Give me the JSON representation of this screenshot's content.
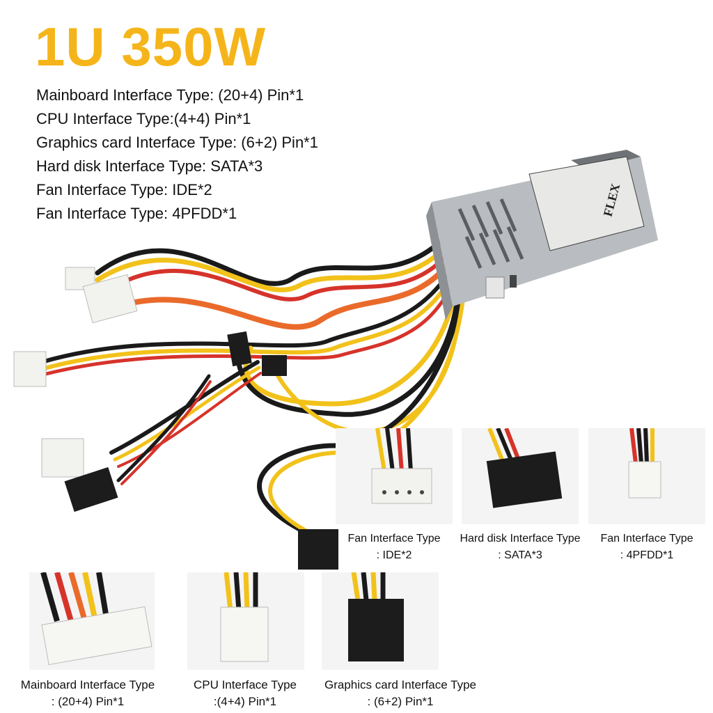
{
  "title": "1U 350W",
  "specs": [
    "Mainboard Interface Type: (20+4) Pin*1",
    "CPU Interface Type:(4+4) Pin*1",
    "Graphics card Interface Type: (6+2) Pin*1",
    "Hard disk Interface Type: SATA*3",
    "Fan Interface Type: IDE*2",
    "Fan Interface Type: 4PFDD*1"
  ],
  "psu_label": "FLEX",
  "connectors": [
    {
      "line1": "Fan Interface Type",
      "line2": ": IDE*2"
    },
    {
      "line1": "Hard disk Interface Type",
      "line2": ": SATA*3"
    },
    {
      "line1": "Fan Interface Type",
      "line2": ": 4PFDD*1"
    },
    {
      "line1": "Mainboard Interface Type",
      "line2": ": (20+4) Pin*1"
    },
    {
      "line1": "CPU Interface Type",
      "line2": ":(4+4) Pin*1"
    },
    {
      "line1": "Graphics card Interface Type",
      "line2": ": (6+2) Pin*1"
    }
  ],
  "colors": {
    "title": "#f5b51a",
    "wire_yellow": "#f2c21b",
    "wire_red": "#d6332b",
    "wire_black": "#1a1a1a",
    "wire_orange": "#ea6a2a"
  }
}
